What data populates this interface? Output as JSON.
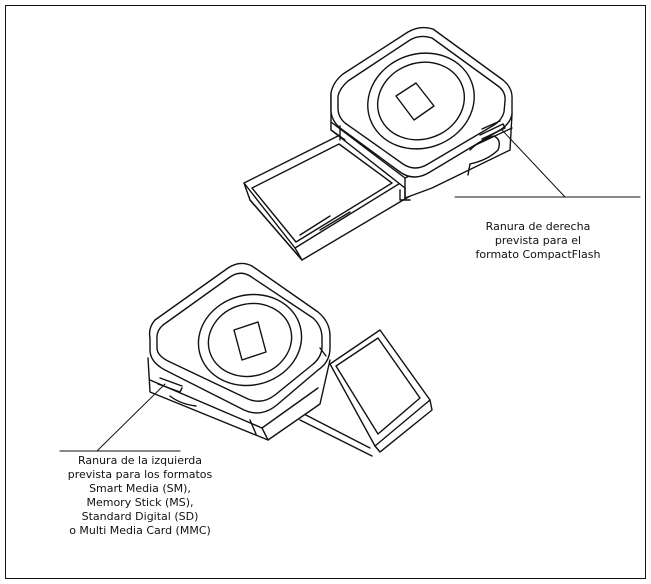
{
  "labels": {
    "right_slot": {
      "lines": [
        "Ranura de derecha",
        "prevista para el",
        "formato CompactFlash"
      ]
    },
    "left_slot": {
      "lines": [
        "Ranura de la izquierda",
        "prevista para los formatos",
        "Smart Media (SM),",
        "Memory Stick (MS),",
        "Standard Digital (SD)",
        "o Multi Media Card (MMC)"
      ]
    }
  },
  "colors": {
    "line": "#111111",
    "background": "#ffffff",
    "shade": "#dcdcdc"
  },
  "icons": [
    "printer-top-view",
    "printer-left-view"
  ]
}
